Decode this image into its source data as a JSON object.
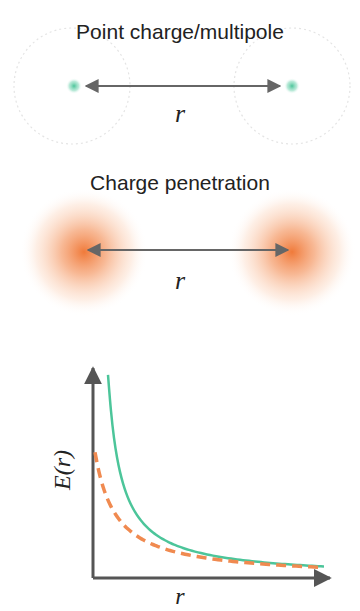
{
  "diagram": {
    "labels": [
      "Point charge/multipole",
      "r",
      "Charge penetration",
      "r",
      "E(r)",
      "r"
    ]
  }
}
